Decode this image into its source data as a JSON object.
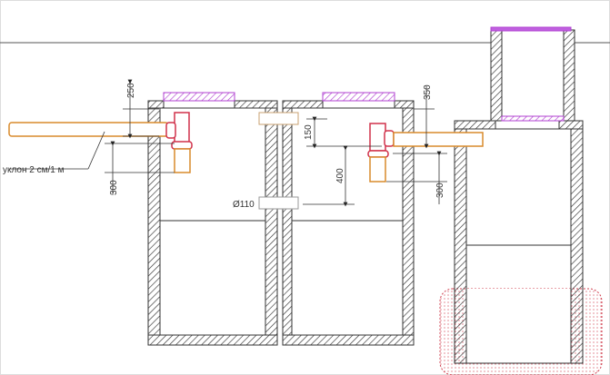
{
  "diagram": {
    "title": "Septic tank installation scheme",
    "labels": {
      "inlet_depth_top": "250",
      "inlet_drop": "300",
      "slope": "уклон 2 см/1 м",
      "overflow_top": "150",
      "overflow_spacing": "400",
      "pipe_diameter": "Ø110",
      "outlet_depth_top": "350",
      "outlet_drop": "300"
    },
    "colors": {
      "pipe": "#d98a2b",
      "fitting": "#d0304a",
      "lid": "#b040d0",
      "gravel": "#d04050",
      "connector": "#c8a070",
      "wall": "#333333"
    }
  }
}
